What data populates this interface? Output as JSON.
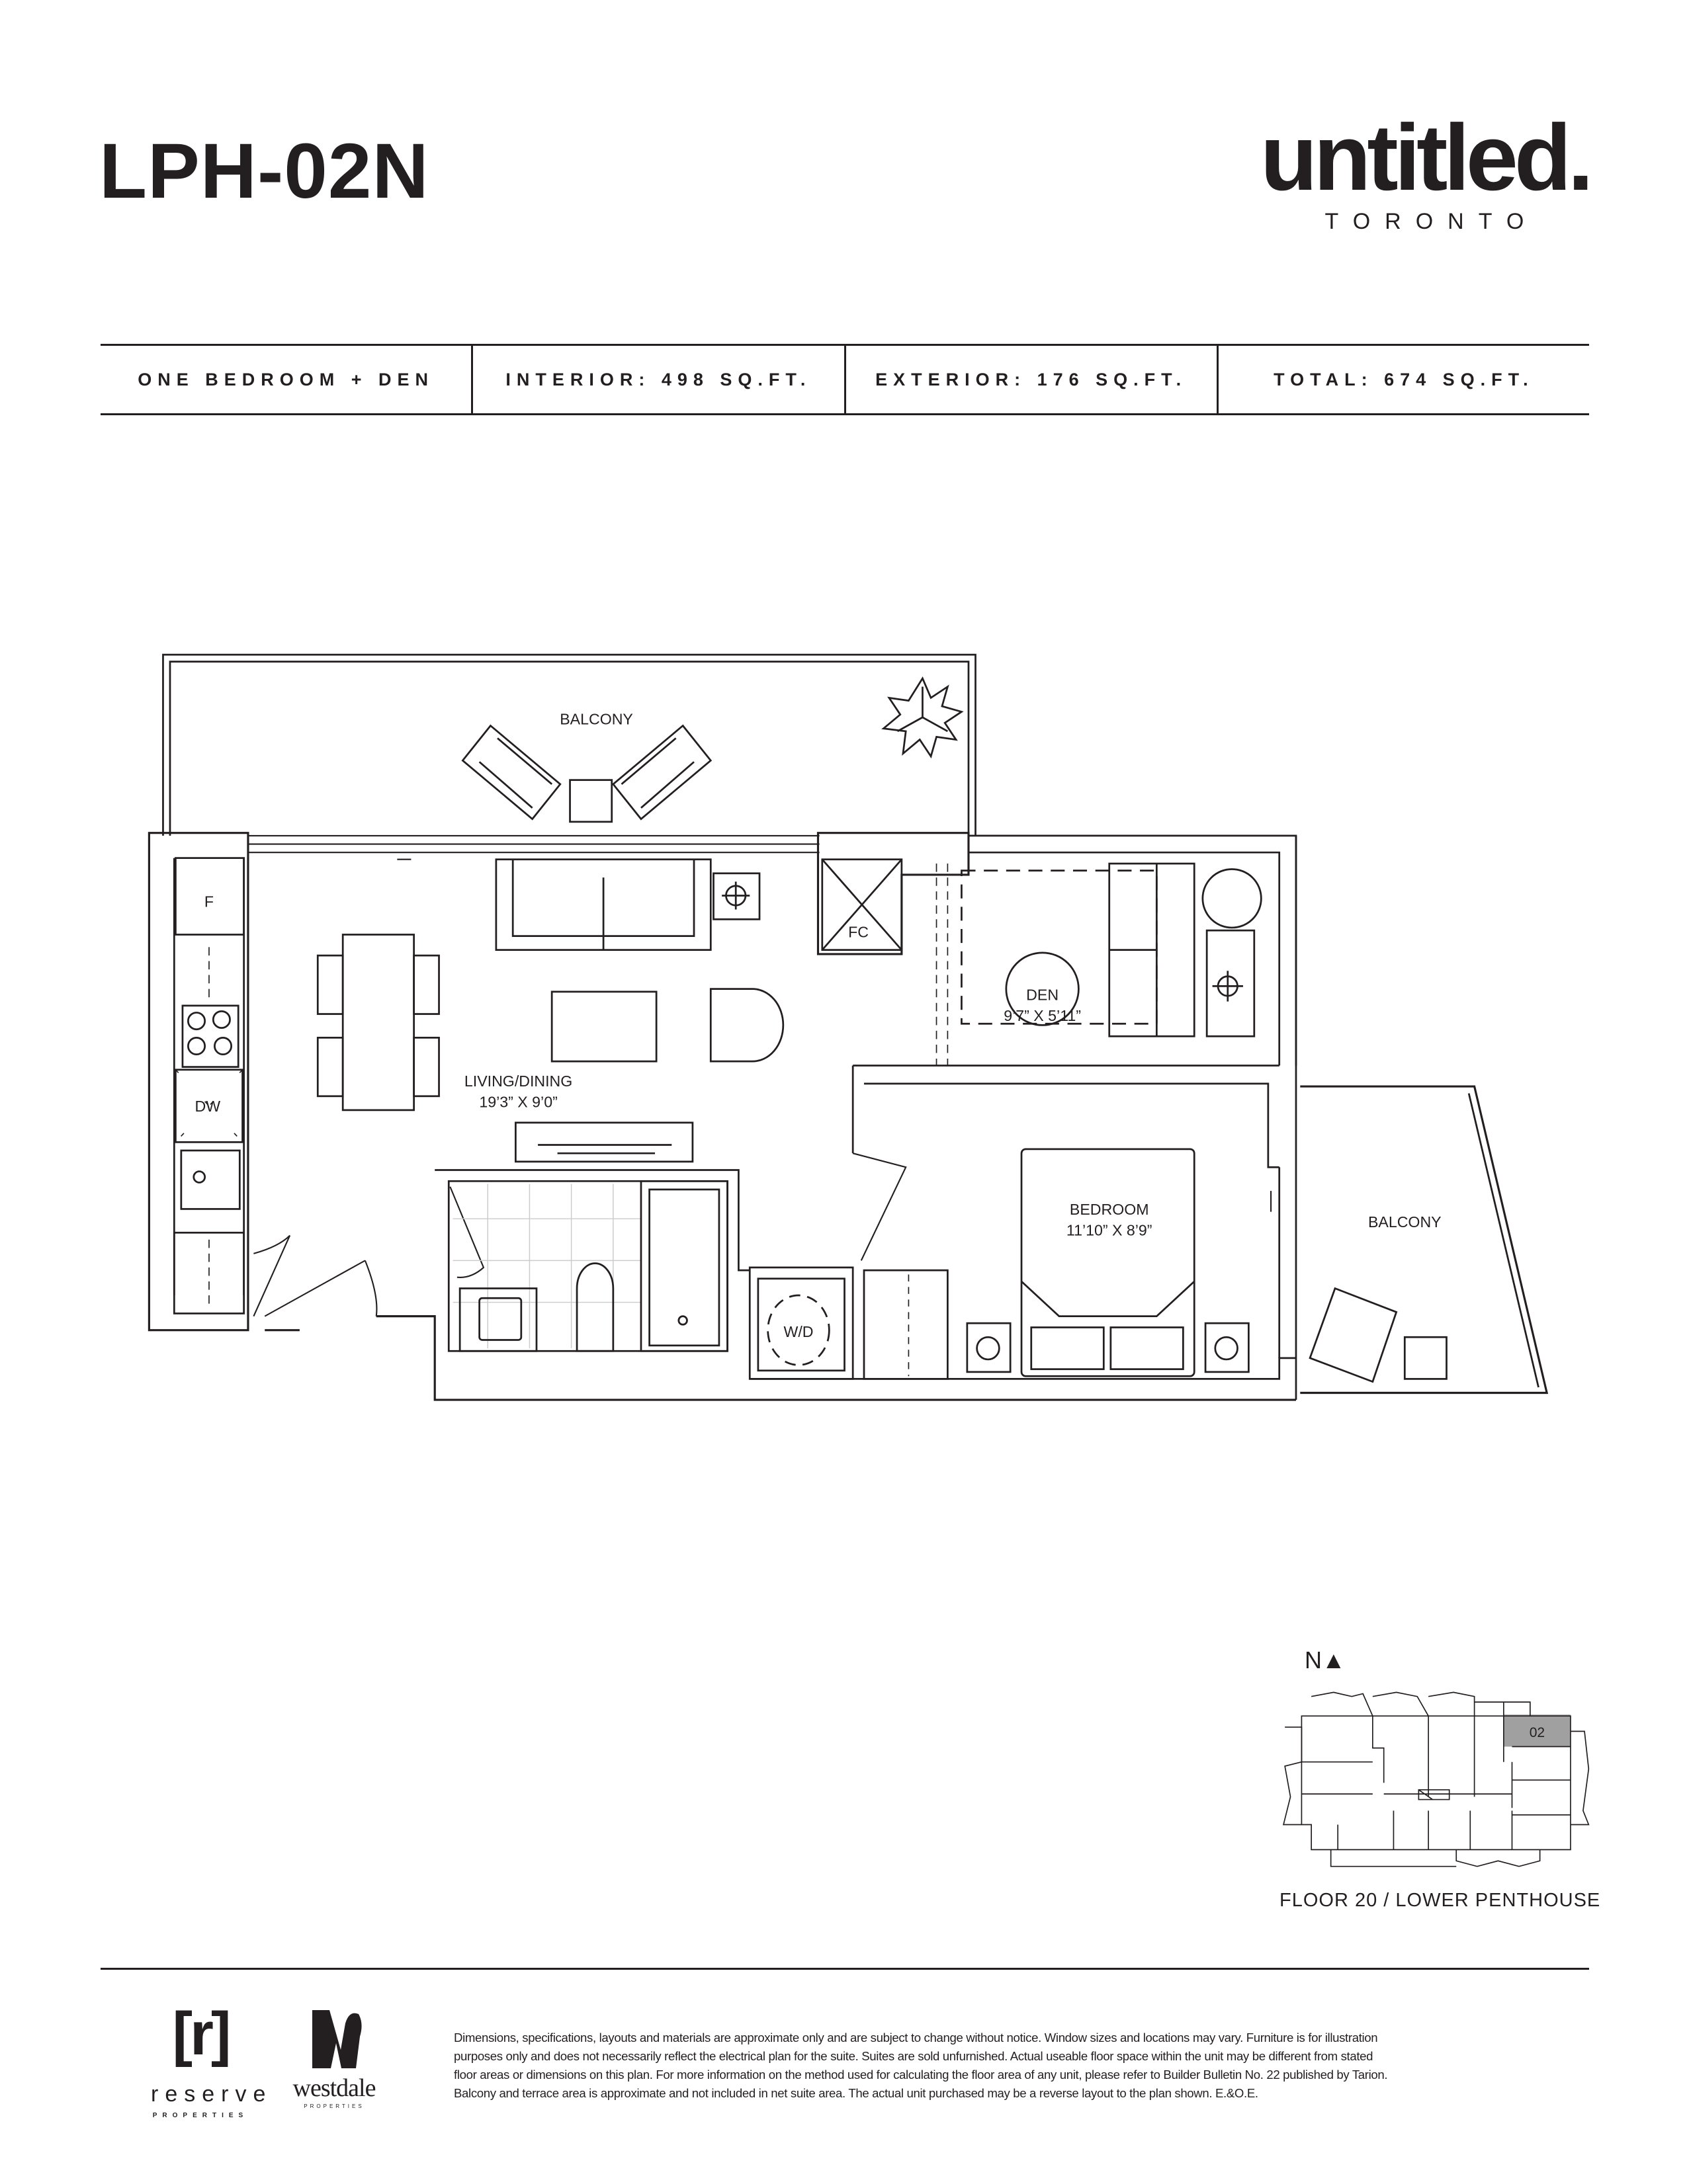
{
  "header": {
    "unit_name": "LPH-02N",
    "brand_name": "untitled.",
    "brand_city": "TORONTO"
  },
  "specs": [
    {
      "label": "ONE BEDROOM + DEN"
    },
    {
      "label": "INTERIOR: 498 SQ.FT."
    },
    {
      "label": "EXTERIOR: 176 SQ.FT."
    },
    {
      "label": "TOTAL: 674 SQ.FT."
    }
  ],
  "plan": {
    "balcony_north": "BALCONY",
    "balcony_east": "BALCONY",
    "living": {
      "name": "LIVING/DINING",
      "size": "19’3” X 9’0”"
    },
    "den": {
      "name": "DEN",
      "size": "9’7” X 5’11”"
    },
    "bedroom": {
      "name": "BEDROOM",
      "size": "11’10” X 8’9”"
    },
    "fridge": "F",
    "dishwasher": "DW",
    "fan_coil": "FC",
    "washer_dryer": "W/D"
  },
  "keyplan": {
    "north": "N▲",
    "unit_tag": "02",
    "floor_label": "FLOOR 20 / LOWER PENTHOUSE",
    "highlight_color": "#a0a0a0"
  },
  "footer": {
    "reserve_mark": "[r]",
    "reserve_name": "reserve",
    "reserve_sub": "PROPERTIES",
    "westdale_name": "westdale",
    "westdale_sub": "PROPERTIES",
    "disclaimer_lines": [
      "Dimensions, specifications, layouts and materials are approximate only and are subject to change without notice. Window sizes and locations may vary. Furniture is for illustration",
      "purposes only and does not necessarily reflect the electrical plan for the suite. Suites are sold unfurnished. Actual useable floor space within the unit may be different from stated",
      "floor areas or dimensions on this plan.  For more information on the method used for calculating the floor area of any unit, please refer to Builder Bulletin No. 22 published by Tarion.",
      "Balcony and terrace area is approximate and not included in net suite area. The actual unit purchased may be a reverse layout to the plan shown. E.&O.E."
    ]
  }
}
